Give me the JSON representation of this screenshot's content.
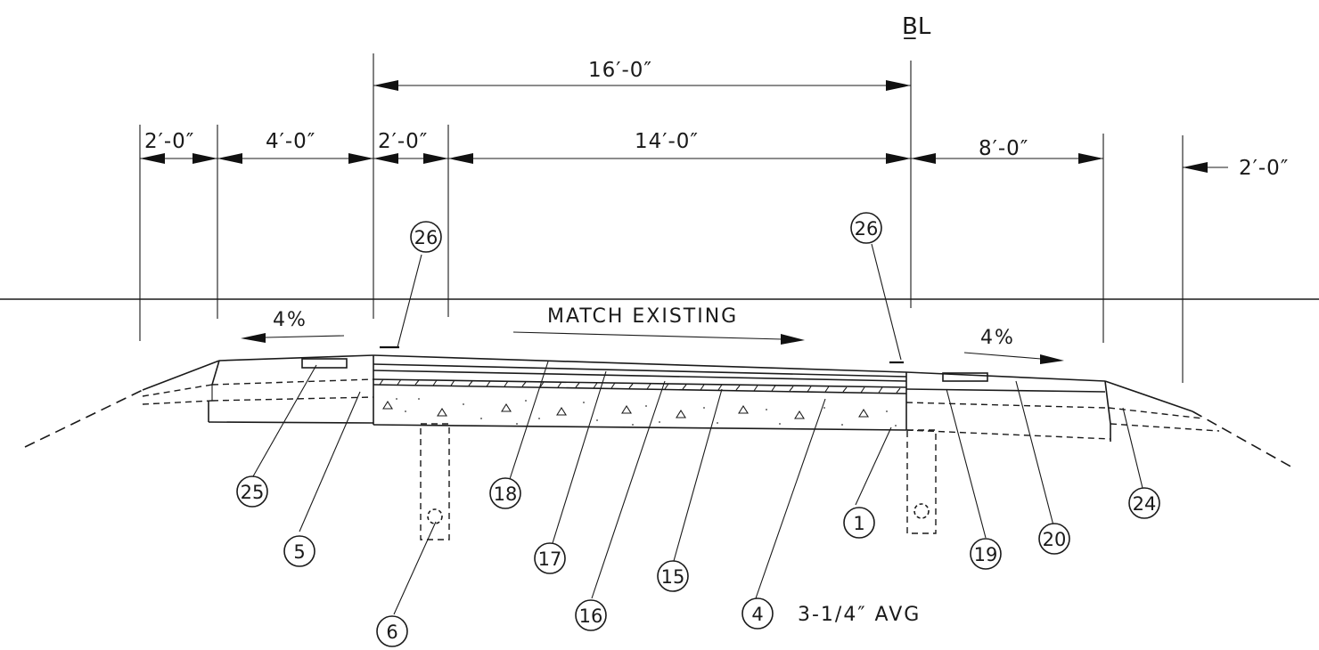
{
  "baseline_symbol": "B̲L",
  "dimensions": {
    "overall": "16′-0″",
    "shoulder_outer_left": "2′-0″",
    "shoulder_left": "4′-0″",
    "gutter_left": "2′-0″",
    "lane": "14′-0″",
    "shoulder_right": "8′-0″",
    "shoulder_outer_right": "2′-0″"
  },
  "notes": {
    "slope_left": "4%",
    "slope_right": "4%",
    "match_existing": "MATCH EXISTING",
    "avg_thickness": "3-1/4″ AVG"
  },
  "callouts": [
    "26",
    "26",
    "25",
    "5",
    "6",
    "18",
    "17",
    "16",
    "15",
    "4",
    "1",
    "19",
    "20",
    "24"
  ]
}
